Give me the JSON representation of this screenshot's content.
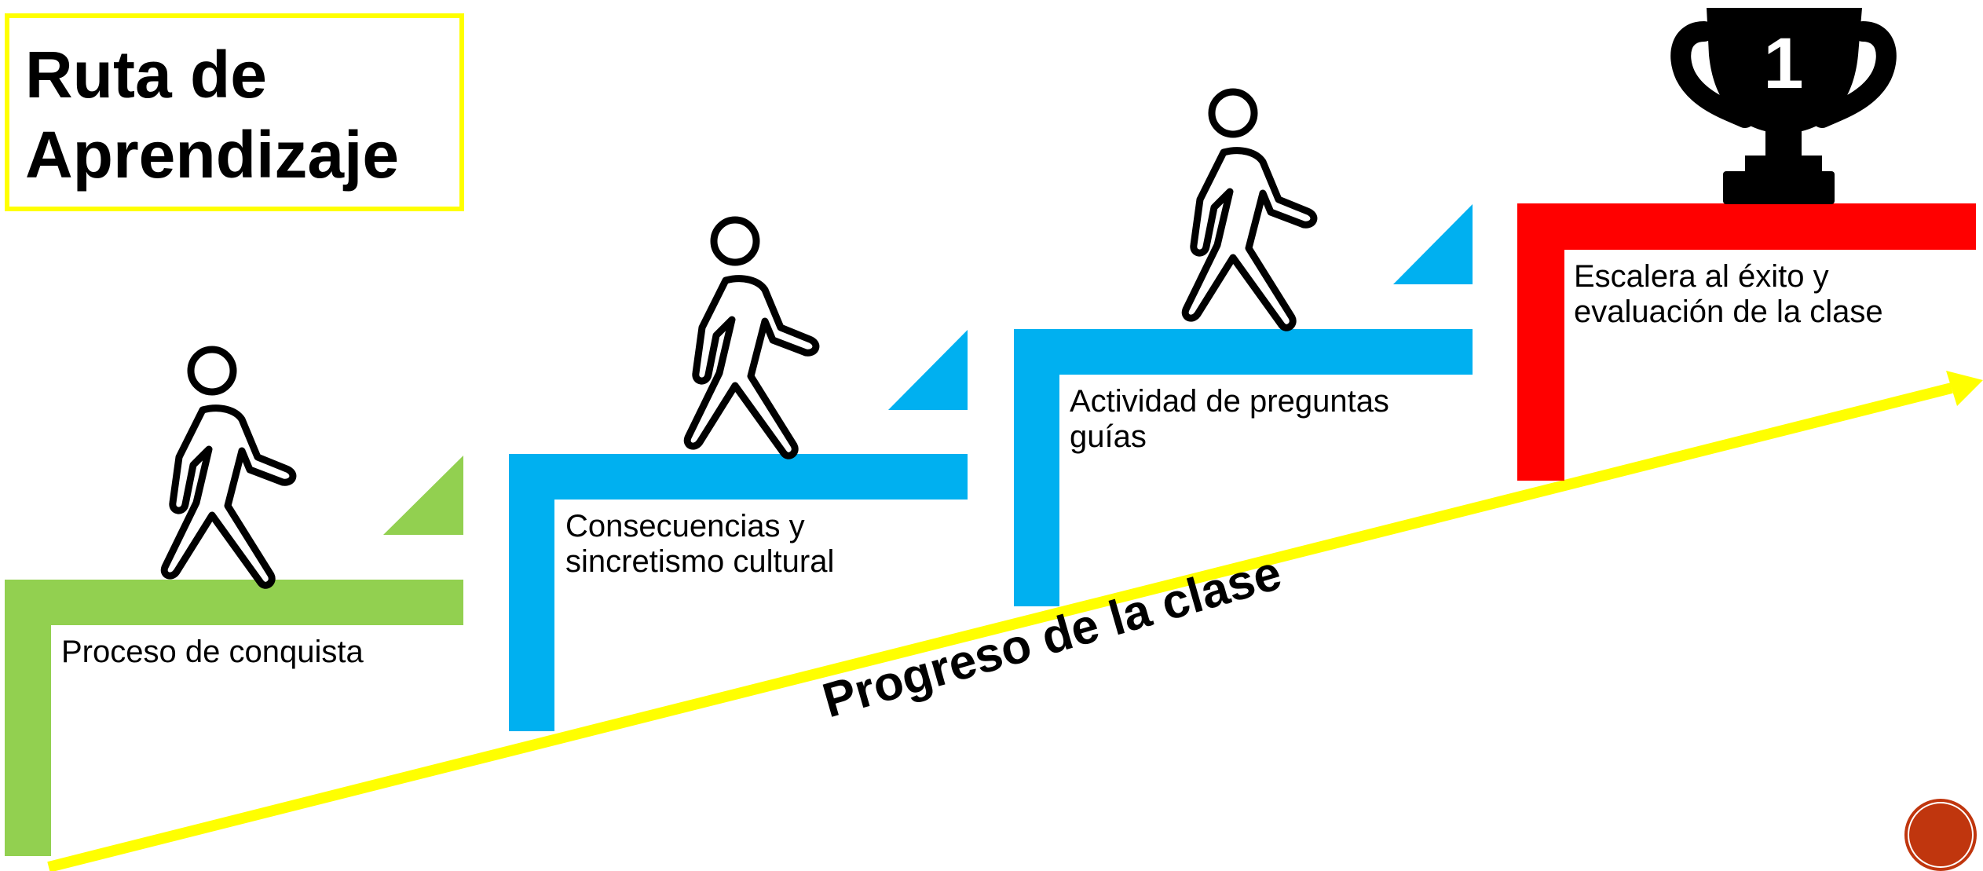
{
  "title": {
    "line1": "Ruta de",
    "line2": "Aprendizaje"
  },
  "steps": [
    {
      "label_line1": "Proceso de conquista",
      "label_line2": "",
      "color": "#92D050"
    },
    {
      "label_line1": "Consecuencias y",
      "label_line2": "sincretismo cultural",
      "color": "#00B0F0"
    },
    {
      "label_line1": "Actividad de preguntas",
      "label_line2": "guías",
      "color": "#00B0F0"
    },
    {
      "label_line1": "Escalera al éxito y",
      "label_line2": "evaluación de la clase",
      "color": "#FF0000"
    }
  ],
  "progress": {
    "label": "Progreso de la clase",
    "color": "#FFFF00"
  },
  "trophy": {
    "number": "1",
    "icon": "trophy-icon"
  },
  "icons": {
    "walker": "person-walking-icon",
    "badge": "orange-circle-badge"
  },
  "colors": {
    "title_border": "#FFFF00",
    "badge": "#C0360E"
  }
}
